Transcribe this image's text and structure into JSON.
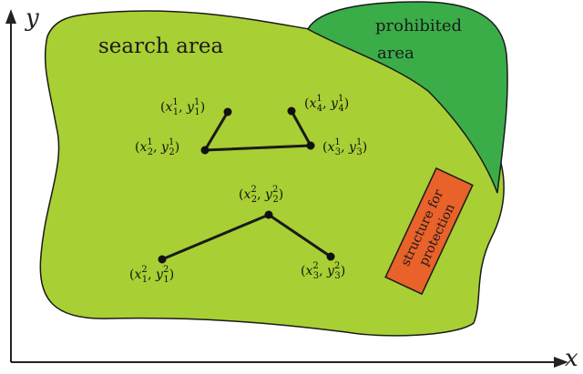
{
  "axes": {
    "x_label": "x",
    "y_label": "y"
  },
  "regions": {
    "search_area": {
      "label": "search area",
      "fill": "#a8cf34",
      "stroke": "#1a1a1a"
    },
    "prohibited_area": {
      "label_line1": "prohibited",
      "label_line2": "area",
      "fill": "#3aad49"
    },
    "structure": {
      "label_line1": "structure for",
      "label_line2": "protection",
      "fill": "#e8622a"
    }
  },
  "path1": {
    "points": [
      {
        "name": "p1",
        "sup": "1",
        "sub": "1"
      },
      {
        "name": "p2",
        "sup": "1",
        "sub": "2"
      },
      {
        "name": "p3",
        "sup": "1",
        "sub": "3"
      },
      {
        "name": "p4",
        "sup": "1",
        "sub": "4"
      }
    ]
  },
  "path2": {
    "points": [
      {
        "name": "q1",
        "sup": "2",
        "sub": "1"
      },
      {
        "name": "q2",
        "sup": "2",
        "sub": "2"
      },
      {
        "name": "q3",
        "sup": "2",
        "sub": "3"
      }
    ]
  },
  "colors": {
    "axis": "#222222",
    "path": "#1a1a1a",
    "node": "#111111"
  }
}
